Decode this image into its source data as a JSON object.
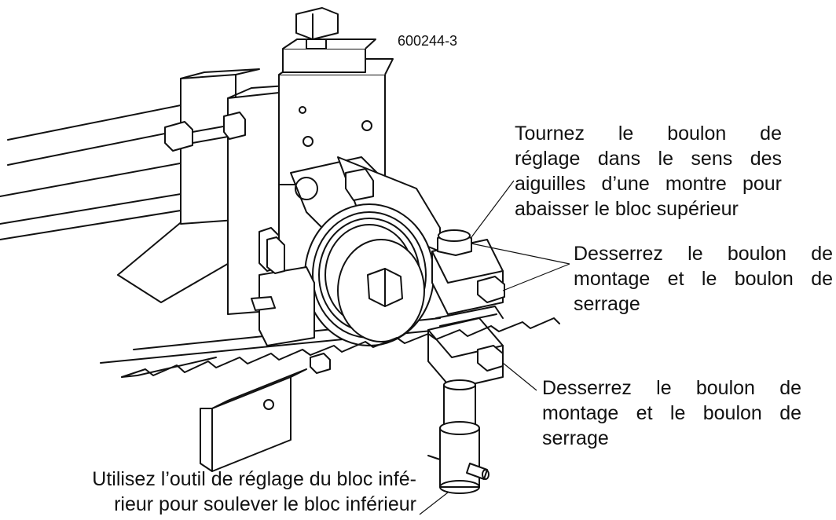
{
  "figure_id": "600244-3",
  "callouts": {
    "adjust_bolt": {
      "lines": [
        "Tournez le boulon de",
        "réglage dans le sens des",
        "aiguilles d’une montre pour",
        "abaisser le bloc supérieur"
      ]
    },
    "upper_loosen": {
      "lines": [
        "Desserrez le boulon de",
        "montage et le boulon de",
        "serrage"
      ]
    },
    "lower_loosen": {
      "lines": [
        "Desserrez le boulon de",
        "montage et le boulon de",
        "serrage"
      ]
    },
    "tool": {
      "lines": [
        "Utilisez l’outil de réglage du bloc infé-",
        "rieur pour soulever le bloc inférieur"
      ]
    }
  }
}
